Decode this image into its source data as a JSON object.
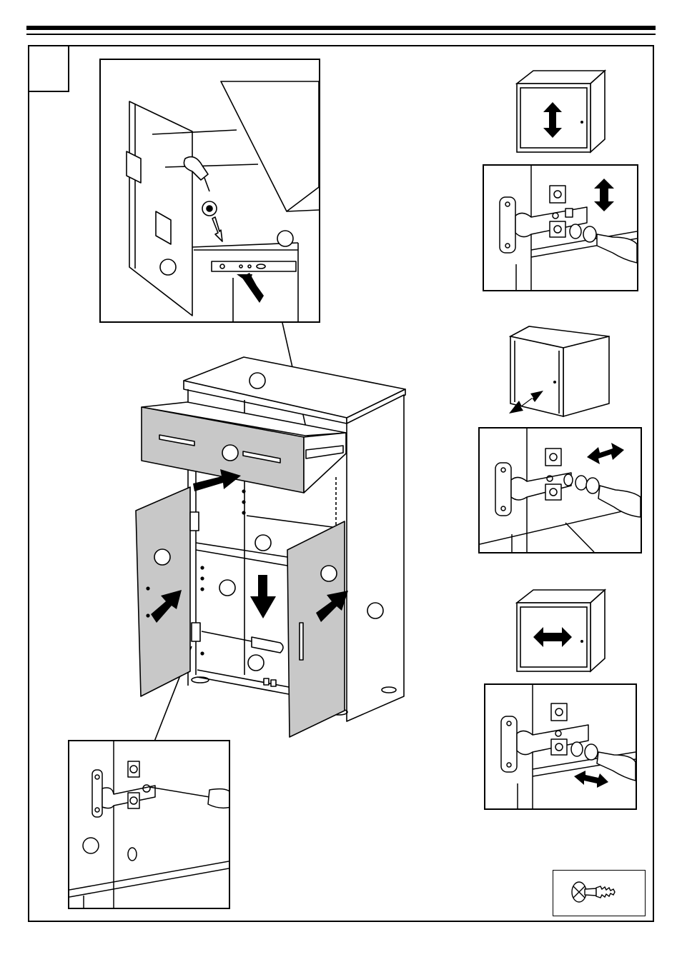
{
  "step": {
    "number": ""
  },
  "callouts": {
    "top": "",
    "drawer": "",
    "left_door": "",
    "shelf": "",
    "back": "",
    "bottom": "",
    "right_door": "",
    "side": "",
    "drawer_side": "",
    "slide": "",
    "detail_side": ""
  },
  "adjustments": [
    {
      "name": "vertical",
      "direction": "up-down"
    },
    {
      "name": "depth",
      "direction": "front-back"
    },
    {
      "name": "lateral",
      "direction": "left-right"
    }
  ],
  "colors": {
    "line": "#000000",
    "panel_grey": "#c8c8c8",
    "background": "#ffffff"
  },
  "icons": [
    "screw-icon",
    "screwdriver-icon",
    "arrow-icon",
    "hinge-icon"
  ]
}
